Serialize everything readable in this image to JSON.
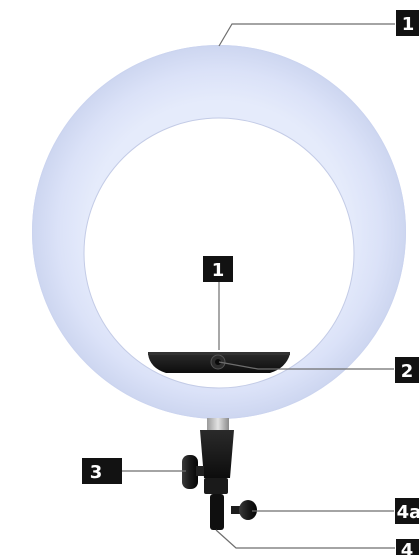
{
  "diagram": {
    "callouts": [
      {
        "id": "ring",
        "label": "1"
      },
      {
        "id": "top-inner",
        "label": "1"
      },
      {
        "id": "mount-screw",
        "label": "2"
      },
      {
        "id": "knob-left",
        "label": "3"
      },
      {
        "id": "knob-right",
        "label": "4a"
      },
      {
        "id": "base",
        "label": "4"
      }
    ]
  },
  "colors": {
    "ring_light": "#dde4fa",
    "ring_edge": "#c9d2ee",
    "inner_shadow": "#e7e7e7",
    "bracket": "#151515",
    "badge": "#121212",
    "badge_text": "#ffffff",
    "leader_line": "#6e6e6e",
    "background": "#ffffff"
  }
}
